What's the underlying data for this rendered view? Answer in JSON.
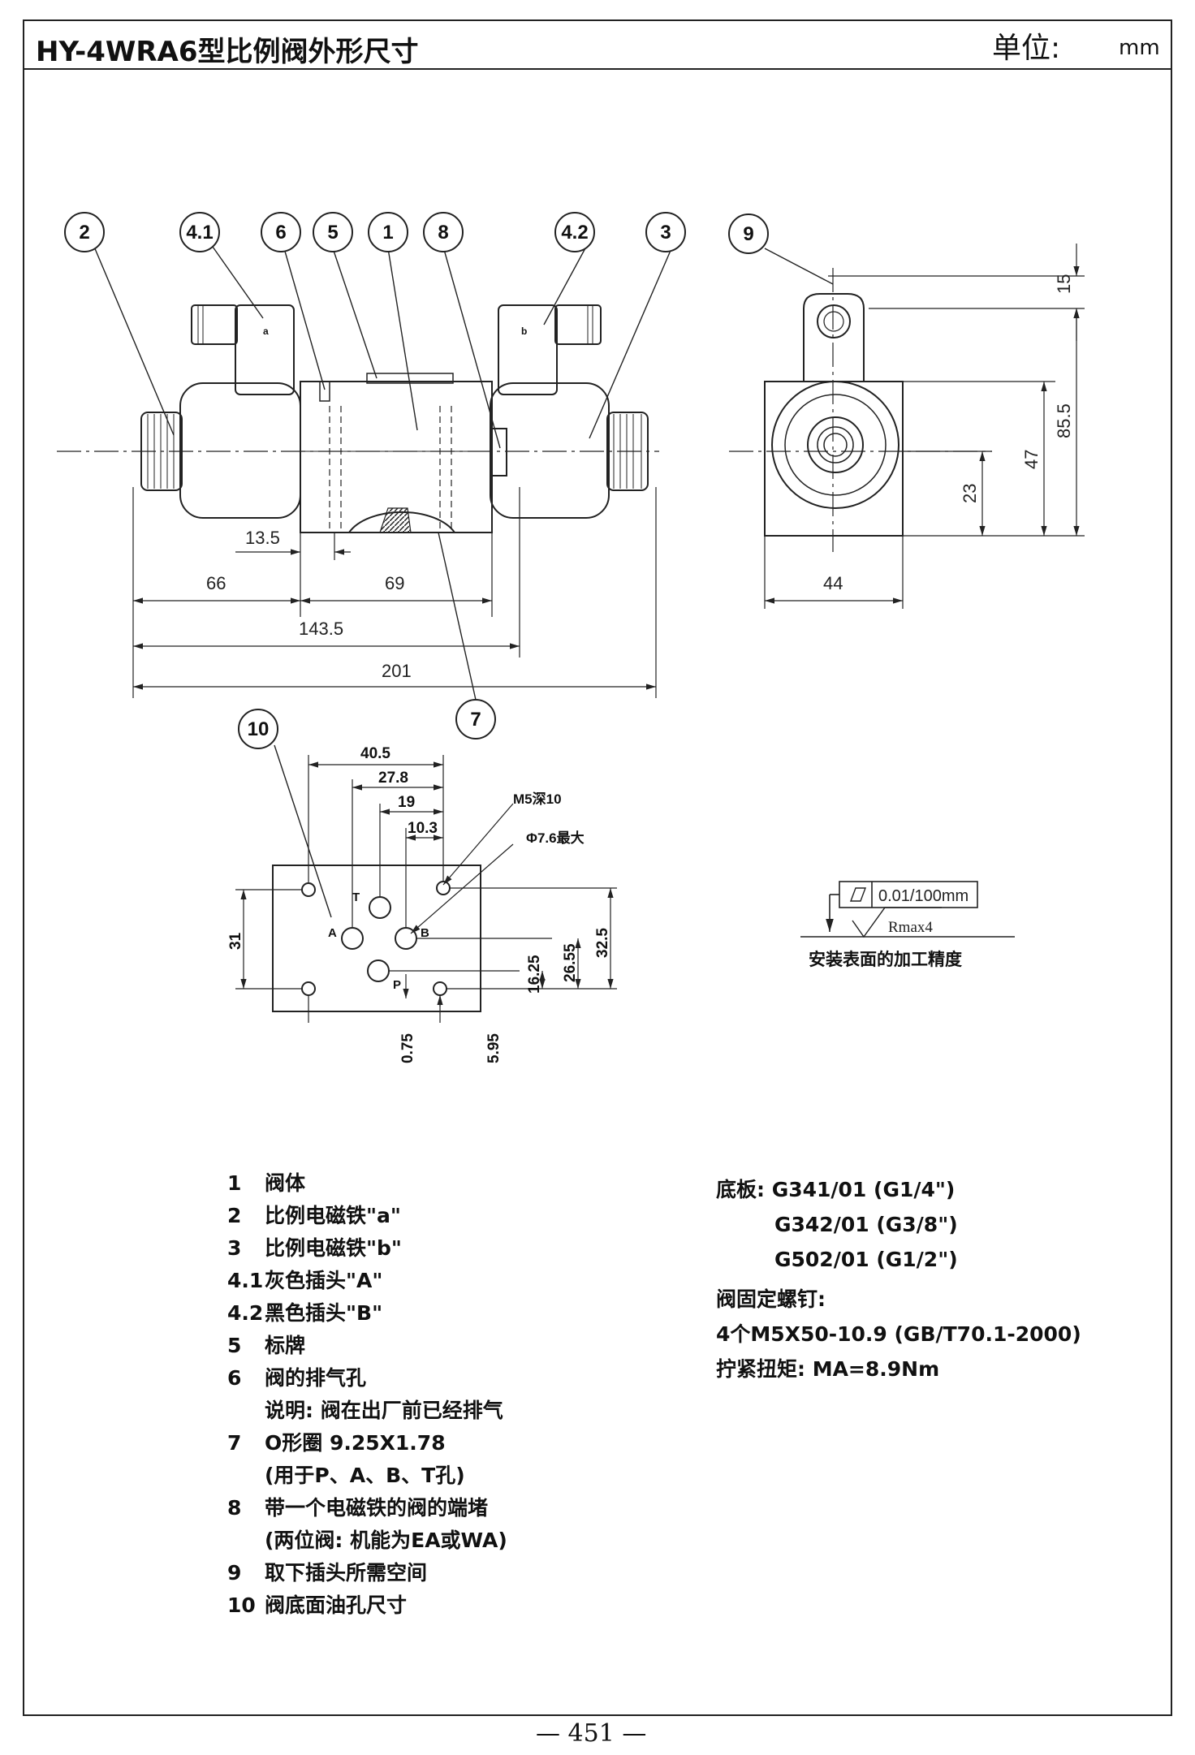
{
  "header": {
    "title": "HY-4WRA6型比例阀外形尺寸",
    "unit_label": "单位:",
    "unit_value": "mm"
  },
  "balloons": {
    "b2": "2",
    "b41": "4.1",
    "b6": "6",
    "b5": "5",
    "b1": "1",
    "b8": "8",
    "b42": "4.2",
    "b3": "3",
    "b9": "9",
    "b7": "7",
    "b10": "10"
  },
  "solenoid_marks": {
    "a": "a",
    "b": "b"
  },
  "front_view_dims": {
    "d13_5": "13.5",
    "d66": "66",
    "d69": "69",
    "d143_5": "143.5",
    "d201": "201"
  },
  "side_view_dims": {
    "d15": "15",
    "d85_5": "85.5",
    "d47": "47",
    "d23": "23",
    "d44": "44"
  },
  "mounting_dims": {
    "d40_5": "40.5",
    "d27_8": "27.8",
    "d19": "19",
    "d10_3": "10.3",
    "d31": "31",
    "d32_5": "32.5",
    "d26_55": "26.55",
    "d16_25": "16.25",
    "d0_75": "0.75",
    "d5_95": "5.95",
    "m5_note": "M5深10",
    "phi_note": "Φ7.6最大",
    "port_t": "T",
    "port_a": "A",
    "port_b": "B",
    "port_p": "P"
  },
  "surface_finish": {
    "flatness": "0.01/100mm",
    "roughness": "Rmax4",
    "caption": "安装表面的加工精度"
  },
  "legend": [
    {
      "num": "1",
      "text": "阀体"
    },
    {
      "num": "2",
      "text": "比例电磁铁\"a\""
    },
    {
      "num": "3",
      "text": "比例电磁铁\"b\""
    },
    {
      "num": "4.1",
      "text": "灰色插头\"A\""
    },
    {
      "num": "4.2",
      "text": "黑色插头\"B\""
    },
    {
      "num": "5",
      "text": "标牌"
    },
    {
      "num": "6",
      "text": "阀的排气孔"
    },
    {
      "num": "",
      "text": "说明: 阀在出厂前已经排气"
    },
    {
      "num": "7",
      "text": "O形圈 9.25X1.78"
    },
    {
      "num": "",
      "text": "(用于P、A、B、T孔)"
    },
    {
      "num": "8",
      "text": "带一个电磁铁的阀的端堵"
    },
    {
      "num": "",
      "text": "(两位阀: 机能为EA或WA)"
    },
    {
      "num": "9",
      "text": "取下插头所需空间"
    },
    {
      "num": "10",
      "text": "阀底面油孔尺寸"
    }
  ],
  "notes": {
    "base_label": "底板: G341/01 (G1/4\")",
    "base_2": "G342/01 (G3/8\")",
    "base_3": "G502/01 (G1/2\")",
    "screws_label": "阀固定螺钉:",
    "screws_spec": "4个M5X50-10.9 (GB/T70.1-2000)",
    "torque": "拧紧扭矩: MA=8.9Nm"
  },
  "page_number": "— 451 —"
}
